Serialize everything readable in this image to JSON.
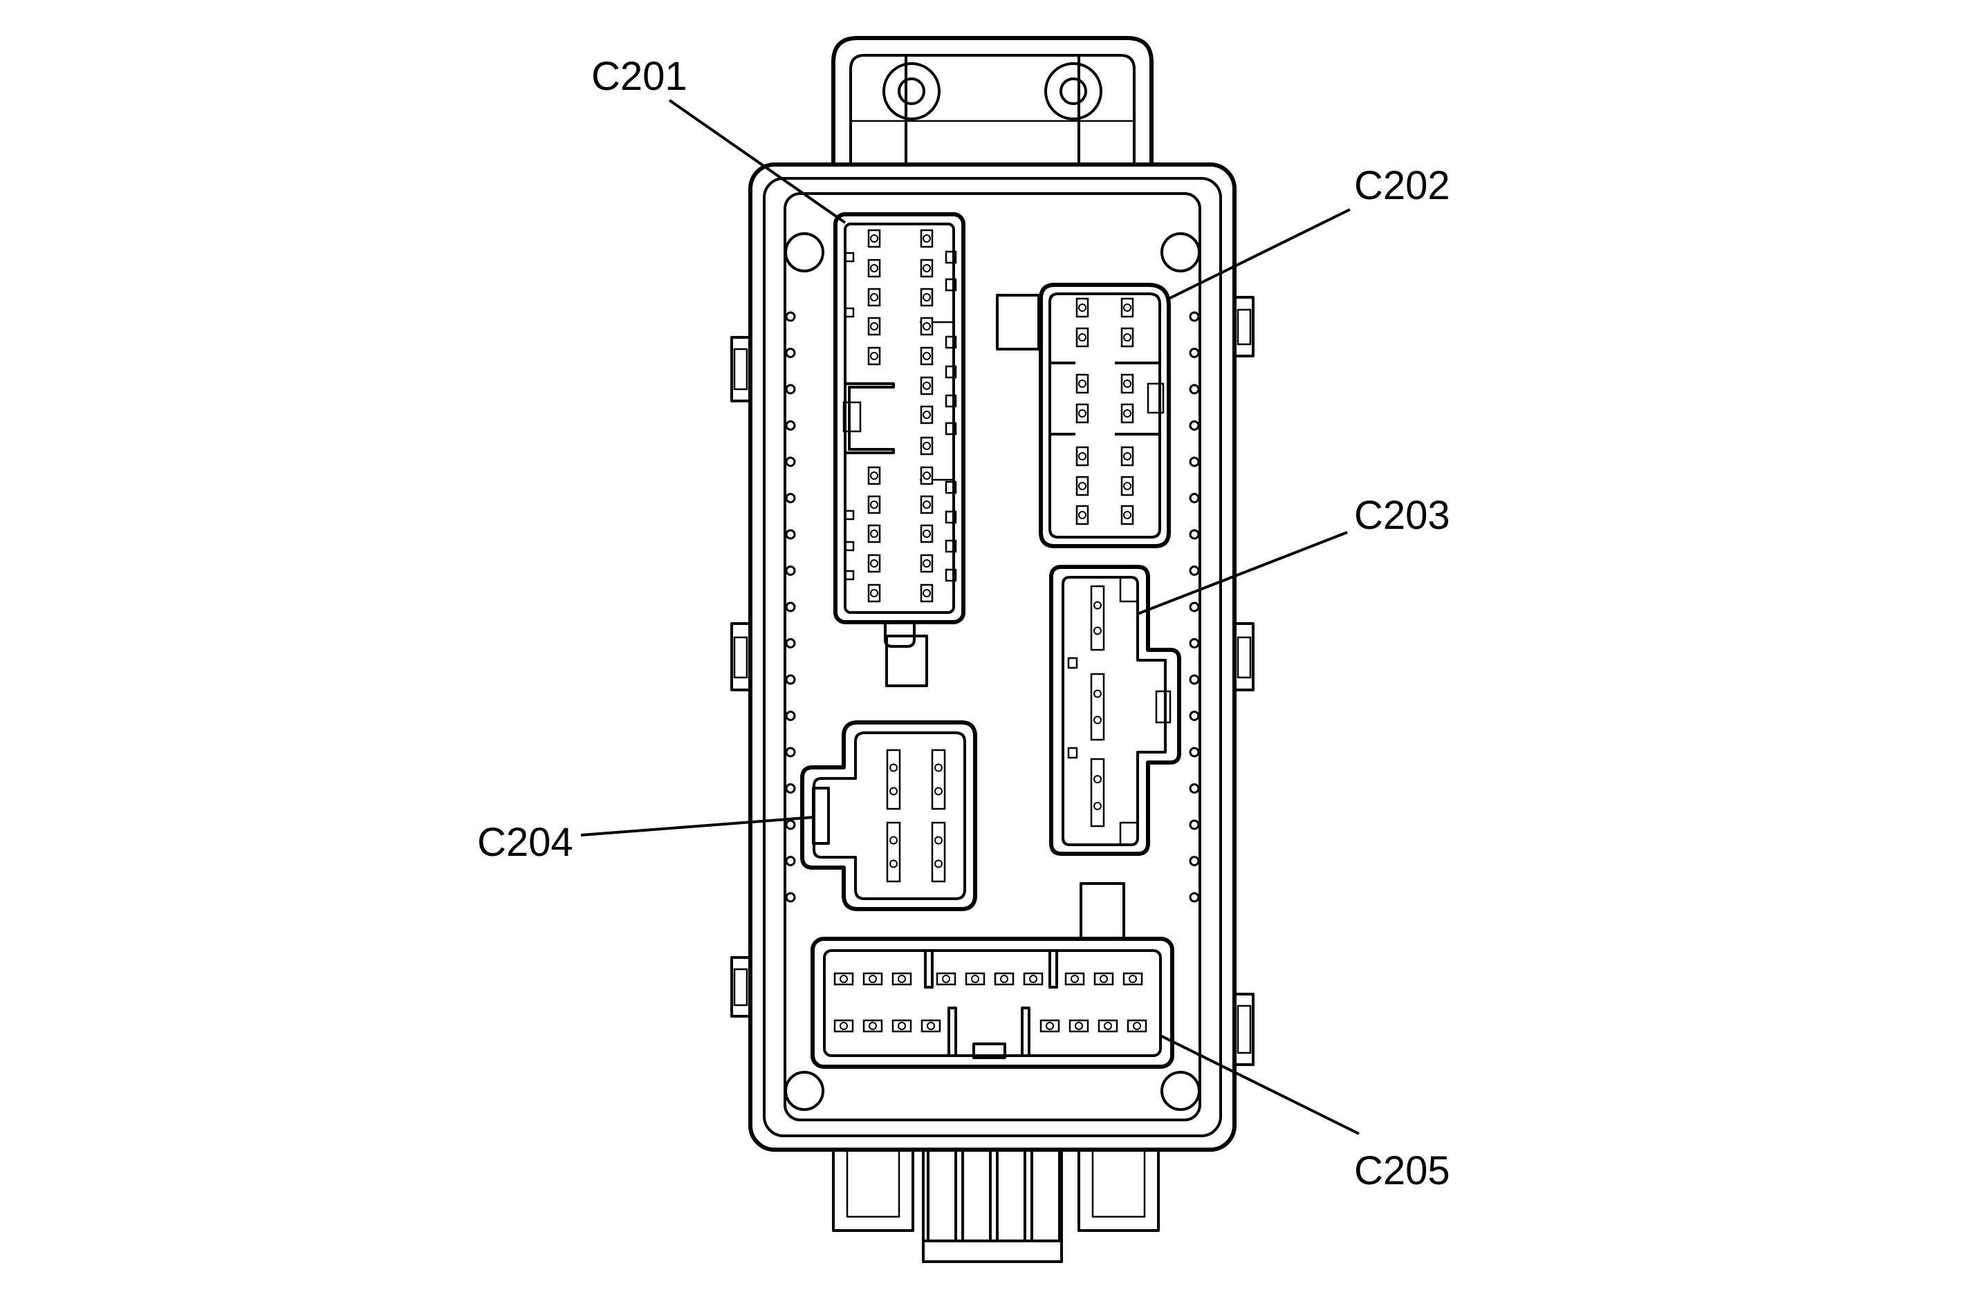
{
  "diagram": {
    "connectors": [
      {
        "id": "c201",
        "label": "C201"
      },
      {
        "id": "c202",
        "label": "C202"
      },
      {
        "id": "c203",
        "label": "C203"
      },
      {
        "id": "c204",
        "label": "C204"
      },
      {
        "id": "c205",
        "label": "C205"
      }
    ]
  }
}
